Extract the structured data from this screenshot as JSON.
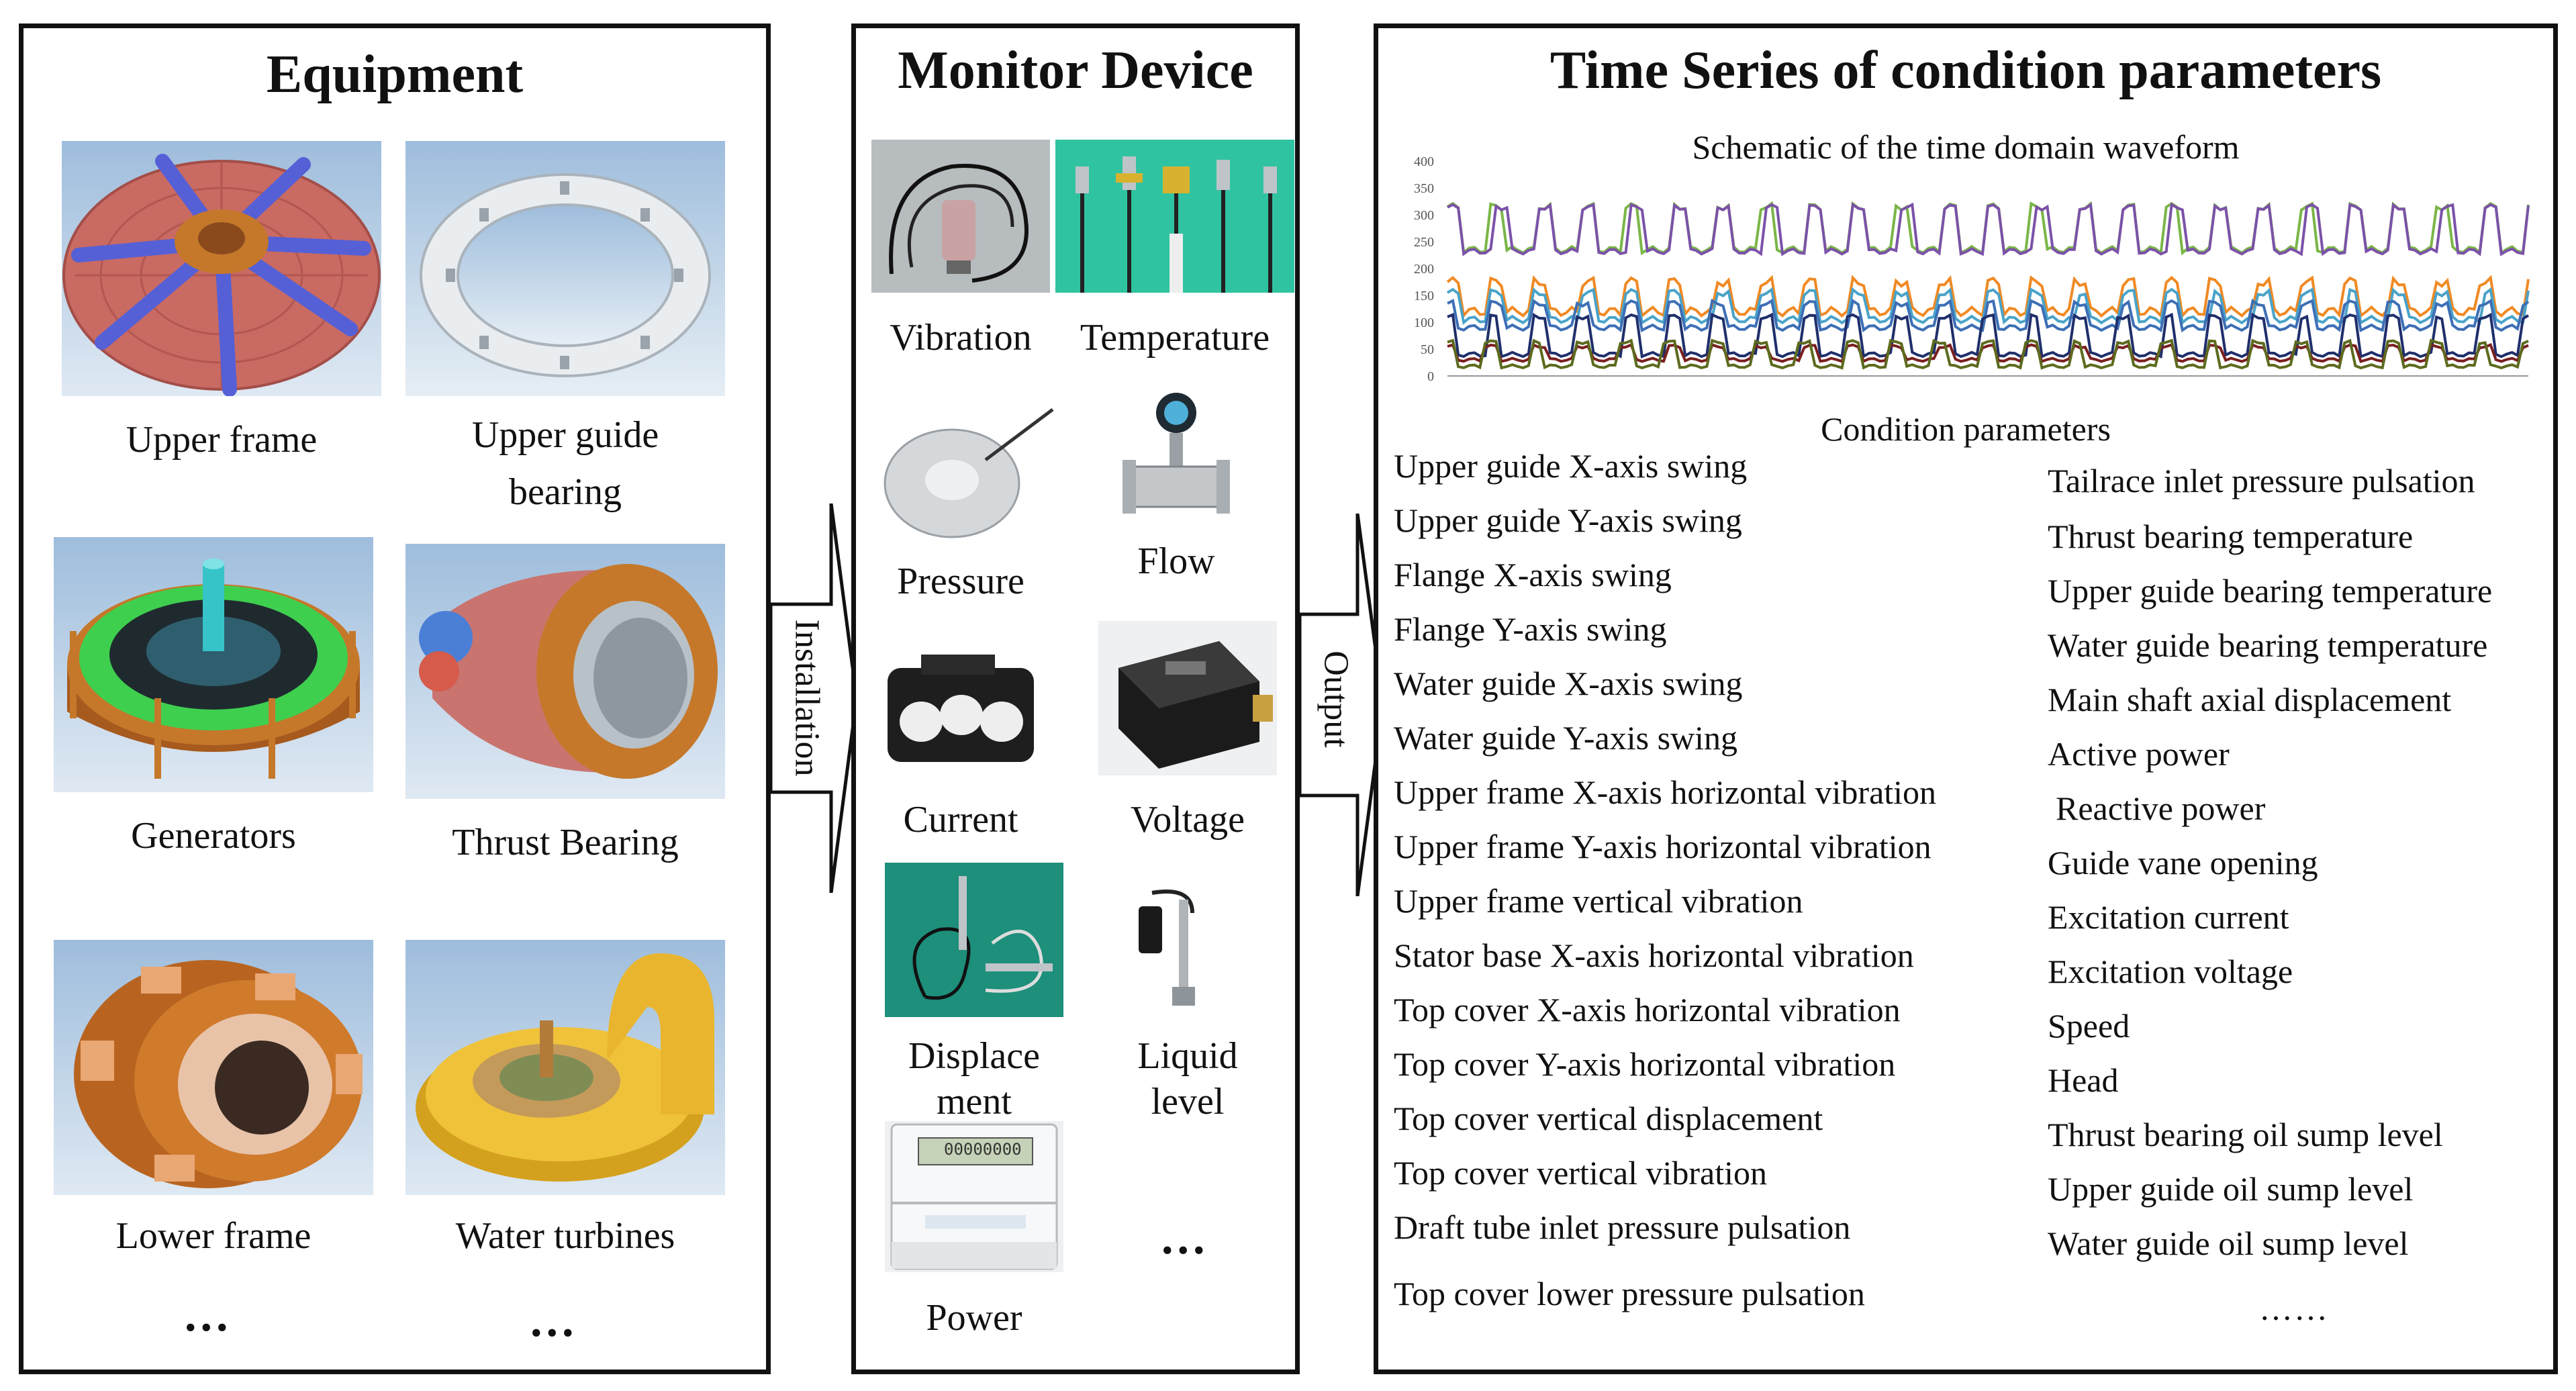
{
  "panels": {
    "equipment": {
      "title": "Equipment"
    },
    "monitor": {
      "title": "Monitor Device"
    },
    "series": {
      "title": "Time Series of condition parameters"
    }
  },
  "equipment_items": [
    {
      "label": "Upper frame"
    },
    {
      "label_line1": "Upper guide",
      "label_line2": "bearing"
    },
    {
      "label": "Generators"
    },
    {
      "label": "Thrust Bearing"
    },
    {
      "label": "Lower frame"
    },
    {
      "label": "Water turbines"
    }
  ],
  "equipment_more": [
    "...",
    "..."
  ],
  "monitor_items": [
    {
      "label": "Vibration"
    },
    {
      "label": "Temperature"
    },
    {
      "label": "Pressure"
    },
    {
      "label": "Flow"
    },
    {
      "label": "Current"
    },
    {
      "label": "Voltage"
    },
    {
      "label_line1": "Displace",
      "label_line2": "ment"
    },
    {
      "label_line1": "Liquid",
      "label_line2": "level"
    },
    {
      "label": "Power"
    }
  ],
  "monitor_more": "...",
  "meter_display": "00000000",
  "arrows": {
    "installation": "Installation",
    "output": "Output"
  },
  "waveform": {
    "title": "Schematic of the time domain waveform",
    "footer": "Condition parameters",
    "y_ticks": [
      "400",
      "350",
      "300",
      "250",
      "200",
      "150",
      "100",
      "50",
      "0"
    ]
  },
  "params_left": [
    "Upper guide X-axis swing",
    "Upper guide Y-axis swing",
    "Flange X-axis swing",
    "Flange Y-axis swing",
    "Water guide X-axis swing",
    "Water guide Y-axis swing",
    "Upper frame X-axis horizontal vibration",
    "Upper frame Y-axis horizontal vibration",
    "Upper frame vertical vibration",
    "Stator base X-axis horizontal vibration",
    "Top cover X-axis horizontal vibration",
    "Top cover Y-axis horizontal vibration",
    "Top cover vertical displacement",
    "Top cover vertical vibration",
    "Draft tube inlet pressure pulsation",
    "Top cover lower pressure pulsation"
  ],
  "params_right": [
    "Tailrace inlet pressure pulsation",
    "Thrust bearing temperature",
    "Upper guide bearing temperature",
    "Water guide bearing temperature",
    "Main shaft axial displacement",
    "Active power",
    "Reactive power",
    "Guide vane opening",
    "Excitation current",
    "Excitation voltage",
    "Speed",
    "Head",
    "Thrust bearing oil sump level",
    "Upper guide oil sump level",
    "Water guide oil sump level"
  ],
  "params_more": "……",
  "colors": {
    "purple": "#7b52a8",
    "green": "#7ab648",
    "orange": "#f08a24",
    "blue": "#3d6fb5",
    "cyan": "#4aa3c9",
    "navy": "#1f2f6b",
    "darkred": "#7a1f1f",
    "olive": "#5c6b1e"
  }
}
